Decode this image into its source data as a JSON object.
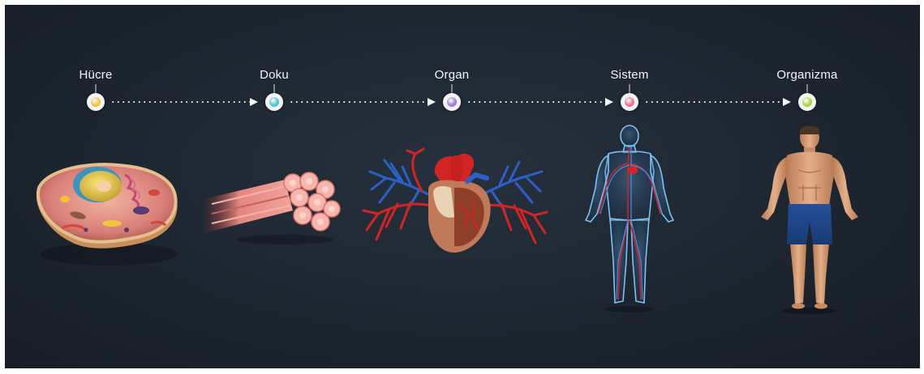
{
  "stages": [
    {
      "label": "Hücre",
      "dot_color": "#f3c33a",
      "icon": "cell-icon"
    },
    {
      "label": "Doku",
      "dot_color": "#4ec3cf",
      "icon": "muscle-tissue-icon"
    },
    {
      "label": "Organ",
      "dot_color": "#a27bd6",
      "icon": "heart-icon"
    },
    {
      "label": "Sistem",
      "dot_color": "#f06e8d",
      "icon": "circulatory-system-icon"
    },
    {
      "label": "Organizma",
      "dot_color": "#a6d640",
      "icon": "human-body-icon"
    }
  ],
  "colors": {
    "background": "#1d2630",
    "label_text": "#f4f6f8",
    "artery": "#d32424",
    "vein": "#2d5fc9"
  }
}
